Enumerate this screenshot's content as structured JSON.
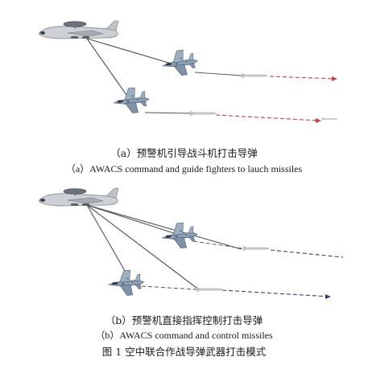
{
  "panel_a": {
    "caption_zh": "（a）预警机引导战斗机打击导弹",
    "caption_en": "（a）AWACS command and guide fighters to lauch missiles"
  },
  "panel_b": {
    "caption_zh": "（b）预警机直接指挥控制打击导弹",
    "caption_en": "（b）AWACS command and control missiles"
  },
  "figure": {
    "caption": "图 1    空中联合作战导弹武器打击模式"
  },
  "colors": {
    "command_link": "#4a5060",
    "guidance_dash_a": "#c0404a",
    "guidance_dash_b": "#3a3f7a",
    "aircraft_body": "#c9ccd0",
    "fighter_body": "#8fa3b8"
  }
}
